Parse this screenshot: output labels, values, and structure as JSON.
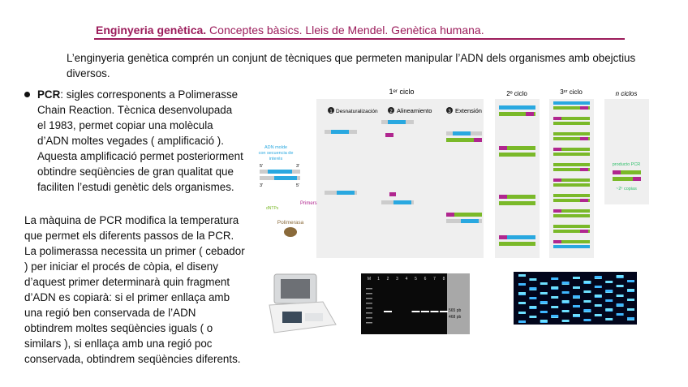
{
  "header": {
    "title_bold": "Enginyeria genètica.",
    "title_rest": " Conceptes bàsics. Lleis de Mendel. Genètica humana."
  },
  "intro": "L’enginyeria genètica comprén un conjunt de tècniques que permeten manipular l’ADN dels organismes amb obejctius diversos.",
  "bullet": {
    "term": "PCR",
    "text": ": sigles corresponents a Polimerasse Chain Reaction. Tècnica desenvolupada el 1983, permet copiar una molècula d’ADN moltes vegades ( amplificació ). Aquesta amplificació permet posteriorment obtindre seqüències de gran qualitat que faciliten l’estudi genètic dels organismes."
  },
  "paragraph2": "La màquina de PCR modifica la temperatura que permet els diferents passos de la PCR. La polimerassa necessita un primer ( cebador ) per iniciar el procés de còpia, el diseny d’aquest primer determinarà quin fragment d’ADN es copiarà: si el primer enllaça amb una regió ben conservada de l’ADN obtindrem moltes seqüències iguals ( o similars ), si enllaça amb una regió poc conservada, obtindrem seqüències diferents.",
  "diagram": {
    "cycle1": "1ᵉʳ ciclo",
    "cycle2": "2º ciclo",
    "cycle3": "3ᵉʳ ciclo",
    "cyclen": "n ciclos",
    "step1_num": "1",
    "step1": "Desnaturalización",
    "step2_num": "2",
    "step2": "Alineamiento",
    "step3_num": "3",
    "step3": "Extensión",
    "template_label_1": "ADN molde",
    "template_label_2": "con secuencia de",
    "template_label_3": "interés",
    "five": "5'",
    "three": "3'",
    "primers": "Primers",
    "dntps": "dNTPs",
    "polymerase": "Polimerasa",
    "product": "producto PCR",
    "copies": "~2ⁿ copias",
    "colors": {
      "template": "#29a8e0",
      "primer": "#b0268f",
      "new_strand": "#7ab929",
      "polymerase": "#8a6a3a",
      "panel": "#efefef"
    }
  },
  "gel": {
    "lanes": [
      "M",
      "1",
      "2",
      "3",
      "4",
      "5",
      "6",
      "7",
      "8"
    ],
    "marker1": "565 pb",
    "marker2": "468 pb"
  }
}
